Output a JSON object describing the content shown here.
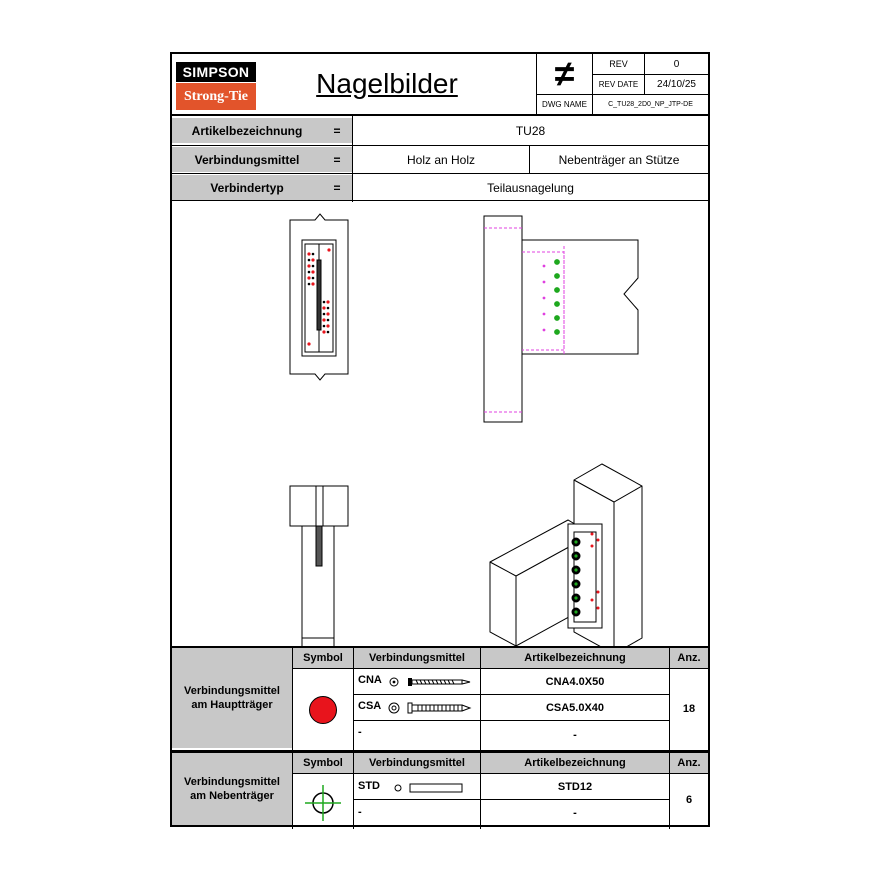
{
  "header": {
    "brand_top": "SIMPSON",
    "brand_bottom": "Strong-Tie",
    "title": "Nagelbilder",
    "symbol": "≠",
    "rev_label": "REV",
    "rev_value": "0",
    "rev_date_label": "REV DATE",
    "rev_date_value": "24/10/25",
    "dwg_name_label": "DWG NAME",
    "dwg_name_value": "C_TU28_2D0_NP_JTP-DE"
  },
  "info": {
    "article_label": "Artikelbezeichnung",
    "article_eq": "=",
    "article_value": "TU28",
    "connector_label": "Verbindungsmittel",
    "connector_eq": "=",
    "connector_value_1": "Holz an Holz",
    "connector_value_2": "Nebenträger an Stütze",
    "type_label": "Verbindertyp",
    "type_eq": "=",
    "type_value": "Teilausnagelung"
  },
  "main_beam_table": {
    "section_label": "Verbindungsmittel am Hauptträger",
    "headers": [
      "Symbol",
      "Verbindungsmittel",
      "Artikelbezeichnung",
      "Anz."
    ],
    "rows": [
      {
        "fastener": "CNA",
        "article": "CNA4.0X50"
      },
      {
        "fastener": "CSA",
        "article": "CSA5.0X40"
      },
      {
        "fastener": "-",
        "article": "-"
      }
    ],
    "count": "18",
    "symbol_color": "#e8141c"
  },
  "secondary_beam_table": {
    "section_label": "Verbindungsmittel am Nebenträger",
    "headers": [
      "Symbol",
      "Verbindungsmittel",
      "Artikelbezeichnung",
      "Anz."
    ],
    "rows": [
      {
        "fastener": "STD",
        "article": "STD12"
      },
      {
        "fastener": "-",
        "article": "-"
      }
    ],
    "count": "6",
    "symbol_color": "#1ea81e"
  },
  "colors": {
    "header_gray": "#c8c8c8",
    "brand_red": "#e2542b",
    "magenta": "#e040e0",
    "green": "#1ea81e",
    "red": "#e8141c"
  }
}
